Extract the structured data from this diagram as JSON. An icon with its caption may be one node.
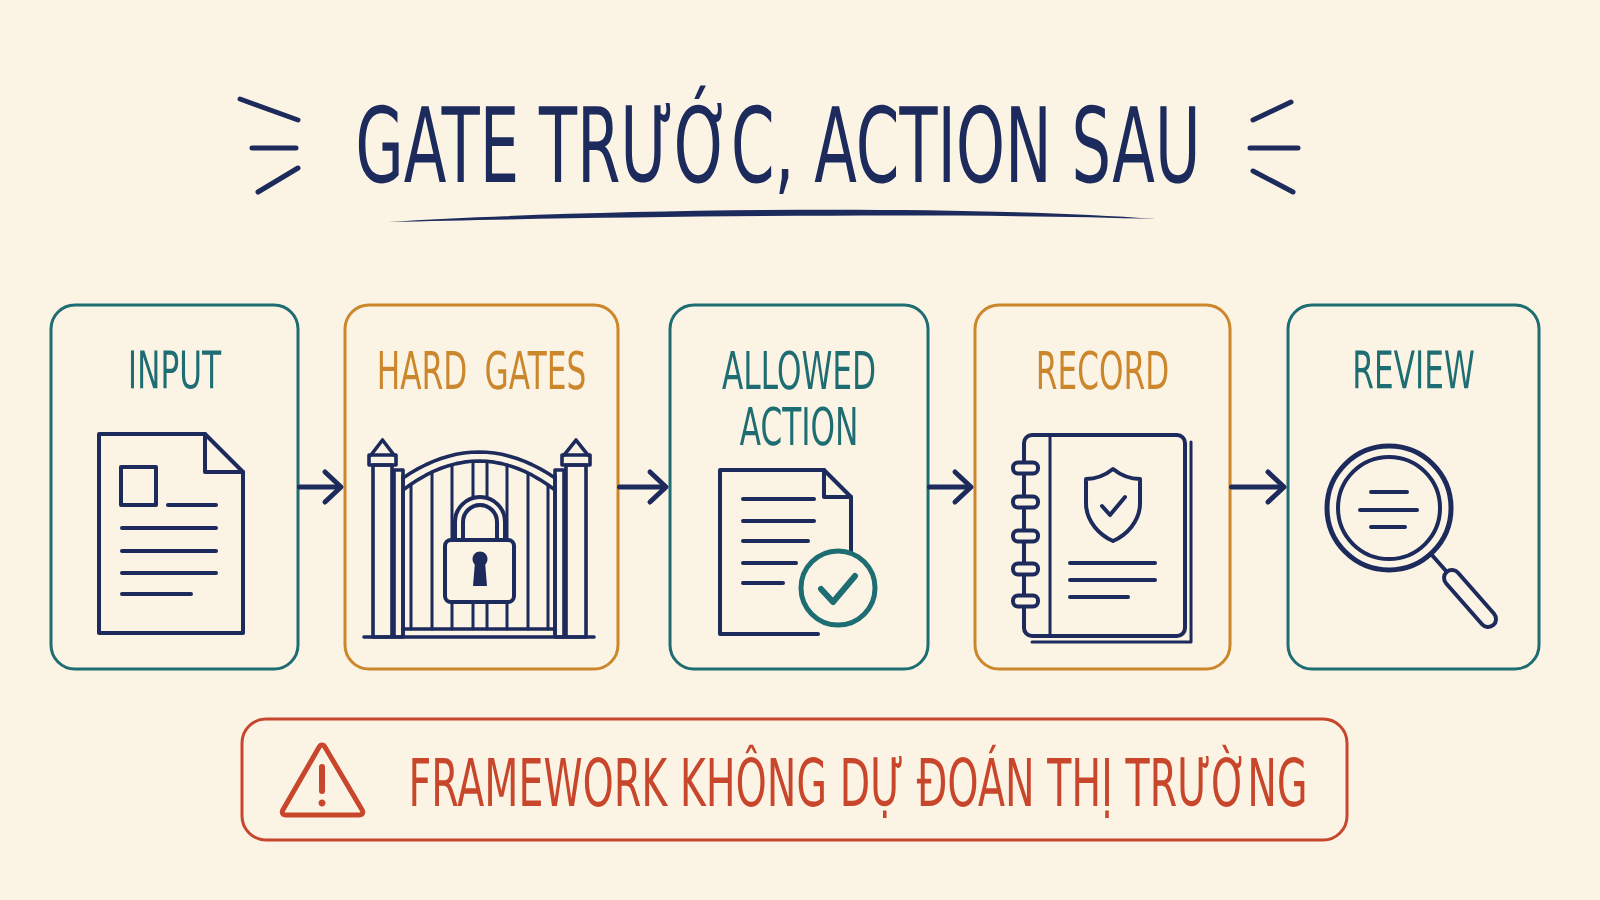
{
  "diagram": {
    "title": "GATE TRƯỚC, ACTION SAU",
    "nodes": [
      {
        "text": [
          "INPUT"
        ]
      },
      {
        "text": [
          "HARD GATES"
        ]
      },
      {
        "text": [
          "ALLOWED ACTION"
        ]
      },
      {
        "text": [
          "RECORD"
        ]
      },
      {
        "text": [
          "REVIEW"
        ]
      },
      {
        "text": [
          "FRAMEWORK KHÔNG DỰ ĐOÁN THỊ TRƯỜNG"
        ]
      }
    ],
    "edges": [
      {
        "from": 0,
        "to": 1,
        "arrow": "to"
      },
      {
        "from": 1,
        "to": 2,
        "arrow": "to"
      },
      {
        "from": 2,
        "to": 3,
        "arrow": "to"
      },
      {
        "from": 3,
        "to": 4,
        "arrow": "to"
      }
    ]
  }
}
